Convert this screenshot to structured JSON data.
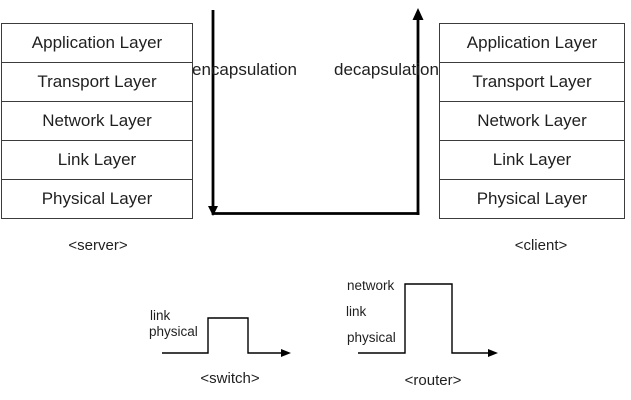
{
  "server": {
    "caption": "<server>",
    "layers": [
      "Application Layer",
      "Transport Layer",
      "Network Layer",
      "Link Layer",
      "Physical Layer"
    ]
  },
  "client": {
    "caption": "<client>",
    "layers": [
      "Application Layer",
      "Transport Layer",
      "Network Layer",
      "Link Layer",
      "Physical Layer"
    ]
  },
  "flow": {
    "down_label": "encapsulation",
    "up_label": "decapsulation"
  },
  "switch": {
    "caption": "<switch>",
    "layer_labels": [
      "link",
      "physical"
    ]
  },
  "router": {
    "caption": "<router>",
    "layer_labels": [
      "network",
      "link",
      "physical"
    ]
  },
  "colors": {
    "line": "#000000",
    "table_border": "#3c3c3c",
    "text": "#1f1f1f",
    "background": "#ffffff"
  }
}
